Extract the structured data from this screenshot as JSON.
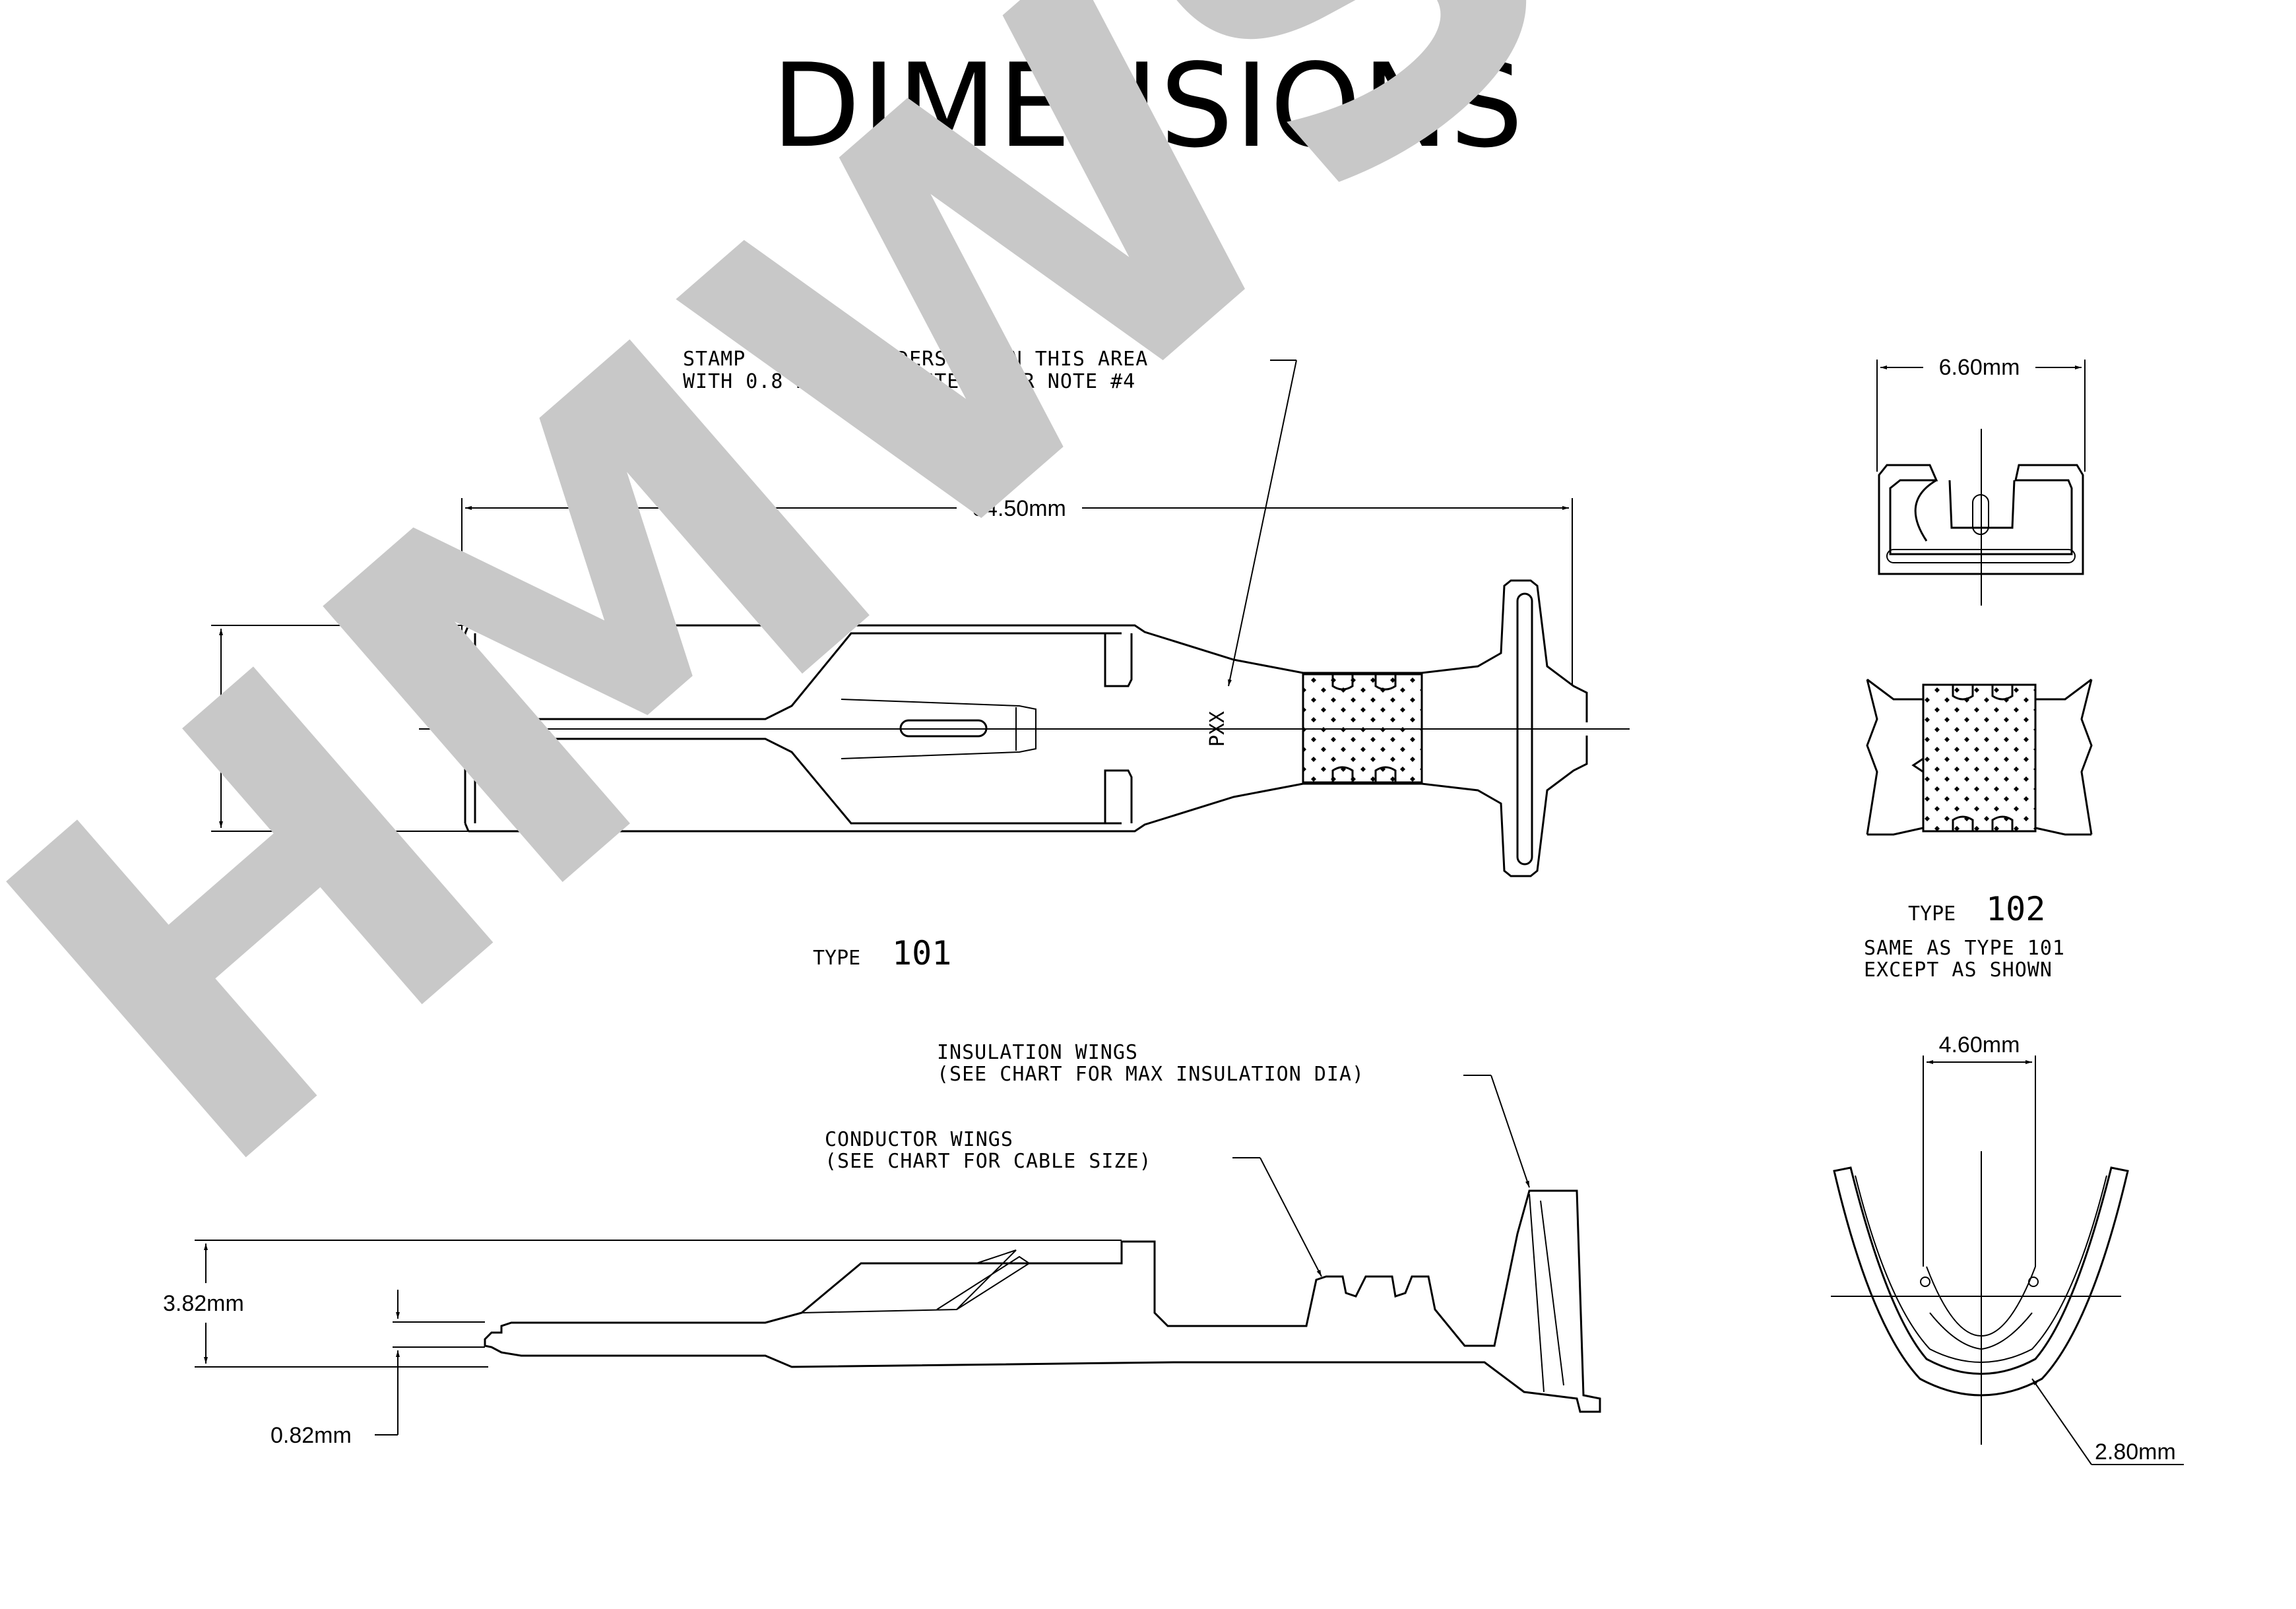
{
  "title": "DIMENSIONS",
  "watermark": "HMWS",
  "colors": {
    "line": "#000000",
    "watermark": "#c8c8c8",
    "background": "#ffffff"
  },
  "top_view": {
    "stamp_note_line1": "STAMP \"PXX\" ON UNDERSIDE IN THIS AREA",
    "stamp_note_line2": "WITH 0.8 HIGH CHARACTERS PER NOTE #4",
    "length_dim": "34.50mm",
    "width_dim": "6.30mm",
    "type_prefix": "TYPE",
    "type_number": "101",
    "stamp_marking": "PXX"
  },
  "type102_view": {
    "width_dim": "6.60mm",
    "type_prefix": "TYPE",
    "type_number": "102",
    "note_line1": "SAME AS TYPE 101",
    "note_line2": "EXCEPT AS SHOWN"
  },
  "side_view": {
    "insulation_line1": "INSULATION WINGS",
    "insulation_line2": "(SEE CHART FOR MAX INSULATION DIA)",
    "conductor_line1": "CONDUCTOR WINGS",
    "conductor_line2": "(SEE CHART FOR CABLE SIZE)",
    "height_dim": "3.82mm",
    "thickness_dim": "0.82mm"
  },
  "end_view": {
    "inner_width_dim": "4.60mm",
    "radius_dim": "2.80mm"
  }
}
